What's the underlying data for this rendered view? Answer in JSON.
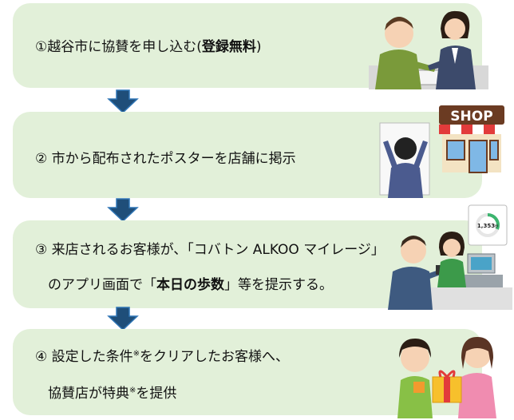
{
  "steps": [
    {
      "line1": "①越谷市に協賛を申し込む(",
      "line1_bold": "登録無料",
      "line1_end": ")"
    },
    {
      "line1": "② 市から配布されたポスターを店舗に掲示"
    },
    {
      "line1": "③ 来店されるお客様が、「コバトン ALKOO マイレージ」",
      "line2_pre": "のアプリ画面で「",
      "line2_bold": "本日の歩数",
      "line2_post": "」等を提示する。"
    },
    {
      "line1_pre": "④ 設定した条件",
      "line1_note": "※",
      "line1_post": "をクリアしたお客様へ、",
      "line2_pre": "協賛店が特典",
      "line2_note": "※",
      "line2_post": "を提供"
    }
  ],
  "shop_sign": "SHOP",
  "phone_screen": {
    "steps_value": "1,353",
    "steps_unit": "歩"
  },
  "colors": {
    "box": "#e2f0d9",
    "arrow": "#1f4e79",
    "arrow_stroke": "#2f75b5"
  }
}
